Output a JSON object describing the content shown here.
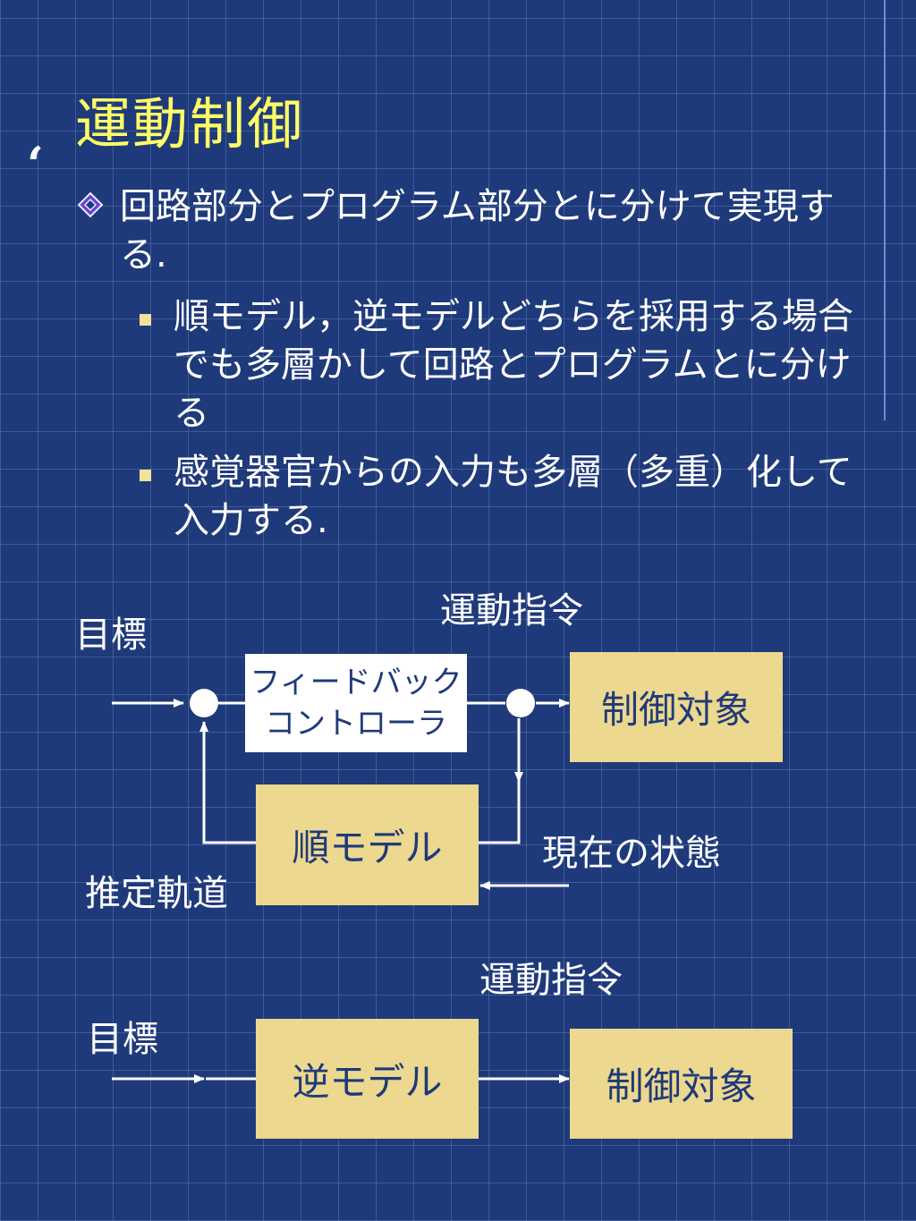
{
  "slide": {
    "title": "運動制御",
    "quote_mark": "‘",
    "bullet1": "回路部分とプログラム部分とに分けて実現する.",
    "bullet2a": "順モデル，逆モデルどちらを採用する場合でも多層かして回路とプログラムとに分ける",
    "bullet2b": "感覚器官からの入力も多層（多重）化して入力する."
  },
  "diagram1": {
    "label_command": "運動指令",
    "label_target": "目標",
    "feedback_line1": "フィードバック",
    "feedback_line2": "コントローラ",
    "plant": "制御対象",
    "forward_model": "順モデル",
    "label_state": "現在の状態",
    "label_estimate": "推定軌道"
  },
  "diagram2": {
    "label_command": "運動指令",
    "label_target": "目標",
    "inverse_model": "逆モデル",
    "plant": "制御対象"
  },
  "colors": {
    "background": "#1f3a7a",
    "title": "#ffff66",
    "box_fill": "#ecd88f",
    "box_text": "#1f3a7a",
    "text": "#ffffff"
  },
  "icons": {
    "bullet1": "diamond-bullet-icon",
    "bullet2": "square-bullet-icon",
    "junction": "summing-junction-circle"
  }
}
